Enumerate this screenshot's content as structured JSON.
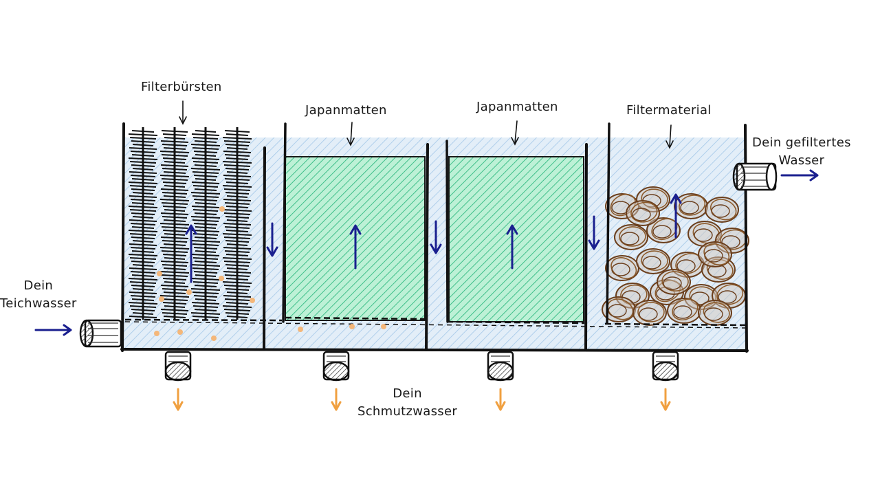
{
  "labels": {
    "filter_brushes": "Filterbürsten",
    "japan_mats_1": "Japanmatten",
    "japan_mats_2": "Japanmatten",
    "filter_material": "Filtermaterial",
    "filtered_water_line1": "Dein gefiltertes",
    "filtered_water_line2": "Wasser",
    "pond_water_line1": "Dein",
    "pond_water_line2": "Teichwasser",
    "dirty_water_line1": "Dein",
    "dirty_water_line2": "Schmutzwasser"
  },
  "colors": {
    "water": "#c6ddf1",
    "water_hatch": "#9cc3e6",
    "japan_mat": "#7fe0b0",
    "japan_mat_hatch": "#3fbf8a",
    "filter_material": "#8b5a2b",
    "flow_arrow": "#1a1f8f",
    "dirt_arrow": "#f0a040",
    "outline": "#1a1a1a"
  },
  "chambers": [
    {
      "name": "Filterbürsten",
      "flow": "up"
    },
    {
      "name": "Japanmatten",
      "flow": "up"
    },
    {
      "name": "Japanmatten",
      "flow": "up"
    },
    {
      "name": "Filtermaterial",
      "flow": "up"
    }
  ]
}
